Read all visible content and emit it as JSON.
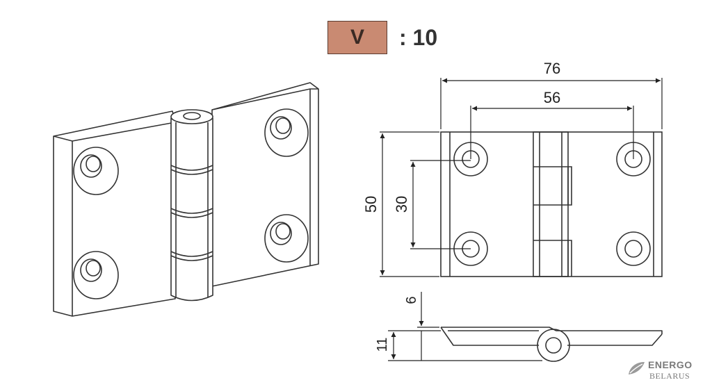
{
  "scale": {
    "material_code": "V",
    "ratio": ": 10",
    "badge_color": "#c98a72"
  },
  "drawing": {
    "stroke_color": "#333333",
    "dimensions": {
      "overall_width": "76",
      "hole_spacing_width": "56",
      "overall_height": "50",
      "hole_spacing_height": "30",
      "leaf_thickness": "6",
      "knuckle_height": "11"
    }
  },
  "logo": {
    "main": "ENERGO",
    "sub": "BELARUS"
  }
}
